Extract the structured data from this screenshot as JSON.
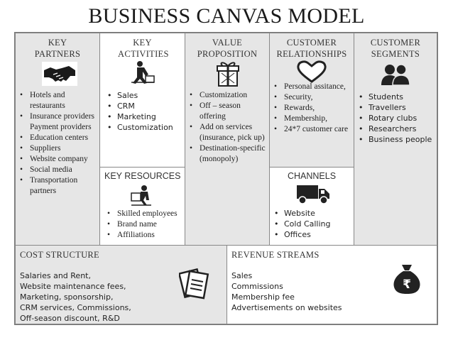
{
  "title": "BUSINESS CANVAS MODEL",
  "key_partners": {
    "heading": "KEY PARTNERS",
    "icon": "handshake-icon",
    "items": [
      "Hotels and restaurants",
      "Insurance providers Payment providers",
      "Education centers",
      "Suppliers",
      "Website company",
      "Social media",
      "Transportation partners"
    ]
  },
  "key_activities": {
    "heading": "KEY ACTIVITIES",
    "icon": "worker-icon",
    "items": [
      "Sales",
      "CRM",
      "Marketing",
      "Customization"
    ]
  },
  "key_resources": {
    "heading": "KEY RESOURCES",
    "icon": "worker-with-box-icon",
    "items": [
      "Skilled employees",
      "Brand name",
      "Affiliations"
    ]
  },
  "value_proposition": {
    "heading": "VALUE PROPOSITION",
    "icon": "gift-icon",
    "items": [
      "Customization",
      "Off – season offering",
      "Add on services (insurance, pick up)",
      "Destination-specific (monopoly)"
    ]
  },
  "customer_relationships": {
    "heading": "CUSTOMER RELATIONSHIPS",
    "icon": "heart-icon",
    "items": [
      "Personal assitance,",
      "Security,",
      "Rewards,",
      "Membership,",
      "24*7 customer care"
    ]
  },
  "channels": {
    "heading": "CHANNELS",
    "icon": "truck-icon",
    "items": [
      "Website",
      "Cold Calling",
      "Offices"
    ]
  },
  "customer_segments": {
    "heading": "CUSTOMER SEGMENTS",
    "icon": "people-icon",
    "items": [
      "Students",
      "Travellers",
      "Rotary clubs",
      "Researchers",
      "Business people"
    ]
  },
  "cost_structure": {
    "heading": "COST STRUCTURE",
    "icon": "documents-icon",
    "lines": [
      "Salaries and Rent,",
      "Website maintenance fees,",
      "Marketing, sponsorship,",
      "CRM services, Commissions,",
      "Off-season discount, R&D"
    ]
  },
  "revenue_streams": {
    "heading": "REVENUE STREAMS",
    "icon": "rupee-money-bag-icon",
    "lines": [
      "Sales",
      "Commissions",
      "Membership fee",
      "Advertisements on websites"
    ]
  },
  "colors": {
    "panel_grey": "#e6e6e6",
    "border": "#888888",
    "text": "#222222"
  }
}
